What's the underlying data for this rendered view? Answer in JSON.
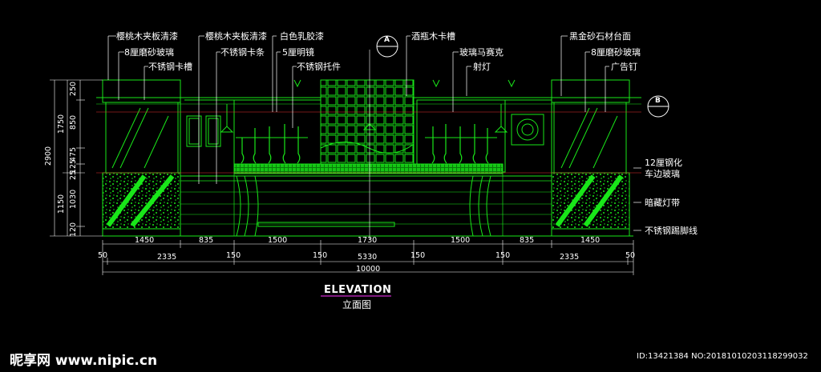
{
  "colors": {
    "background": "#000000",
    "drawing": "#19e619",
    "leader": "#ffffff",
    "dimension": "#ffffff",
    "title_underline": "#ff33ff",
    "section_marker": "#ffffff"
  },
  "title": {
    "main": "ELEVATION",
    "sub": "立面图"
  },
  "section_tags": {
    "a": "A",
    "b": "B"
  },
  "callouts_left": [
    "樱桃木夹板清漆",
    "8厘磨砂玻璃",
    "不锈钢卡槽",
    "樱桃木夹板清漆",
    "不锈钢卡条",
    "白色乳胶漆",
    "5厘明镜",
    "不锈钢托件"
  ],
  "callouts_right": [
    "酒瓶木卡槽",
    "玻璃马赛克",
    "射灯",
    "黑金砂石材台面",
    "8厘磨砂玻璃",
    "广告钉",
    "12厘钢化",
    "车边玻璃",
    "暗藏灯带",
    "不锈钢踢脚线"
  ],
  "dims_vertical_outer": [
    "2900"
  ],
  "dims_vertical_mid": [
    "1750",
    "1150"
  ],
  "dims_vertical_inner": [
    "250",
    "850",
    "475",
    "125",
    "25",
    "1030",
    "120"
  ],
  "dims_row1": [
    "1450",
    "835",
    "1500",
    "1730",
    "1500",
    "835",
    "1450"
  ],
  "dims_row2": [
    "50",
    "2335",
    "150",
    "150",
    "5330",
    "150",
    "150",
    "2335",
    "50"
  ],
  "dims_total": "10000",
  "watermark": {
    "logo": "昵享网 www.nipic.cn",
    "id": "ID:13421384 NO:20181010203118299032"
  }
}
